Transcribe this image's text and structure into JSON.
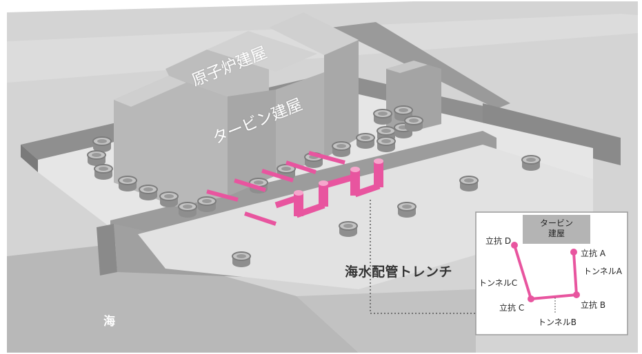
{
  "labels": {
    "reactor_building": "原子炉建屋",
    "turbine_building": "タービン建屋",
    "sea": "海",
    "trench": "海水配管トレンチ"
  },
  "inset": {
    "building_line1": "タービン",
    "building_line2": "建屋",
    "shafts": {
      "a": "立抗 A",
      "b": "立抗 B",
      "c": "立抗 C",
      "d": "立抗 D"
    },
    "tunnels": {
      "a": "トンネルA",
      "b": "トンネルB",
      "c": "トンネルC"
    }
  },
  "colors": {
    "background": "#ffffff",
    "land": "#c8c8c8",
    "sea": "#b6b6b6",
    "building": "#a6a6a6",
    "pipe_highlight": "#e8559f",
    "text_dark": "#333333"
  },
  "icons": {
    "tank": "cylindrical-tank-icon",
    "shaft": "vertical-shaft-icon"
  }
}
